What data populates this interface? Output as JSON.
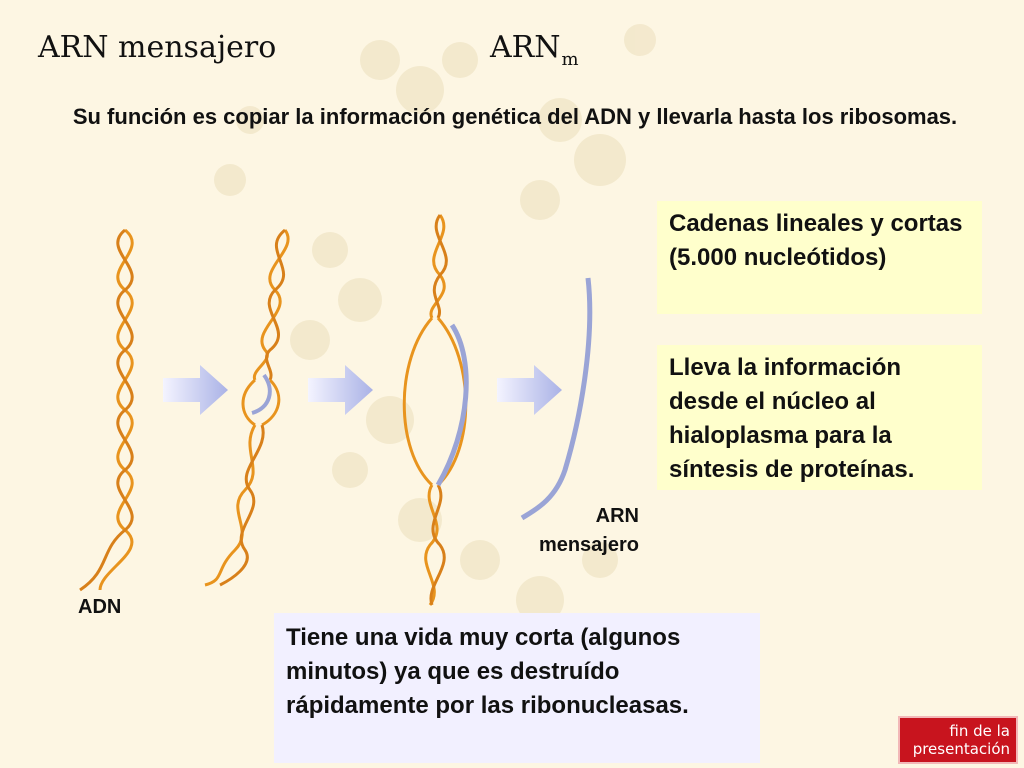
{
  "slide": {
    "title_left": "ARN mensajero",
    "title_right_main": "ARN",
    "title_right_sub": "m",
    "subtitle": "Su función es copiar la información genética del ADN y llevarla hasta los ribosomas."
  },
  "boxes": {
    "box1": "Cadenas lineales y cortas (5.000 nucleótidos)",
    "box2": "Lleva la información desde el núcleo al hialoplasma para la síntesis de proteínas.",
    "box3": "Tiene una vida muy corta (algunos minutos) ya que es destruído rápidamente por las ribonucleasas."
  },
  "labels": {
    "adn": "ADN",
    "arn_mensajero": "ARN mensajero"
  },
  "nav": {
    "fin_label": "fin de la presentación"
  },
  "colors": {
    "background": "#fdf6e3",
    "dna_strand": "#e8941e",
    "rna_strand": "#9aa4d6",
    "box_yellow": "#ffffcc",
    "box_lavender": "#f2f0ff",
    "button_red": "#c8141e"
  }
}
